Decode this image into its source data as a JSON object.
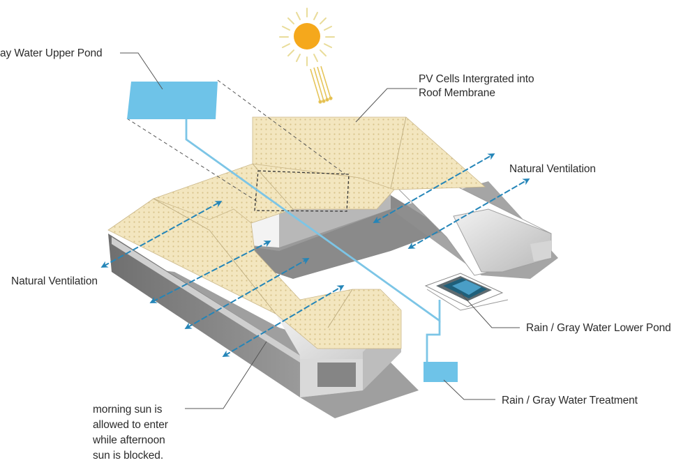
{
  "colors": {
    "roof": "#f3e6bf",
    "roof_dot": "#d8c38a",
    "water": "#6ec3e8",
    "water_line": "#7cc5e6",
    "water_deep": "#1f5f7a",
    "arrow": "#2485b8",
    "sun": "#f5a81c",
    "sun_rays": "#e9dc9a",
    "shadow": "#8a8a8a",
    "wall_light": "#e4e4e4",
    "wall_dark": "#a5a5a5",
    "leader": "#555555",
    "text": "#2b2b2b"
  },
  "labels": {
    "upper_pond": "ay Water Upper Pond",
    "pv_cells": [
      "PV Cells Intergrated into",
      "Roof Membrane"
    ],
    "natural_ventilation_right": "Natural Ventilation",
    "natural_ventilation_left": "Natural Ventilation",
    "lower_pond": "Rain / Gray Water Lower Pond",
    "treatment": "Rain / Gray Water Treatment",
    "morning_sun": [
      "morning sun is",
      "allowed to enter",
      "while afternoon",
      "sun is blocked."
    ]
  },
  "icons": {
    "sun": "sun-icon",
    "sun_rays": "sunlight-rays-icon",
    "ventilation_arrow": "double-arrow-icon"
  }
}
